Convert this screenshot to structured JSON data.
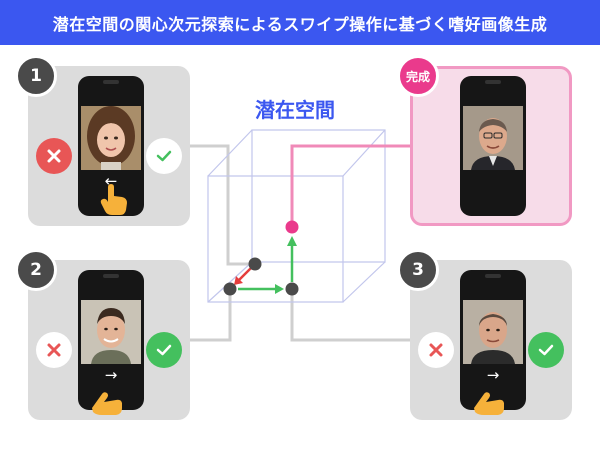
{
  "header": {
    "title": "潜在空間の関心次元探索によるスワイプ操作に基づく嗜好画像生成"
  },
  "latent_space": {
    "title": "潜在空間"
  },
  "steps": [
    {
      "badge": "1",
      "swipe": "left"
    },
    {
      "badge": "2",
      "swipe": "right"
    },
    {
      "badge": "3",
      "swipe": "right"
    }
  ],
  "result": {
    "badge": "完成"
  },
  "colors": {
    "header_bg": "#3b57f0",
    "accent_pink": "#ea3a8c",
    "accept_green": "#44c05e",
    "reject_red": "#e85656",
    "cube_line": "#c2c6ec",
    "panel_gray": "#dcdcdc",
    "panel_pink": "#f7dce9"
  },
  "icons": {
    "reject": "cross-icon",
    "accept": "check-icon",
    "gesture": "hand-pointer-icon",
    "swipe_left": "arrow-left-icon",
    "swipe_right": "arrow-right-icon"
  }
}
